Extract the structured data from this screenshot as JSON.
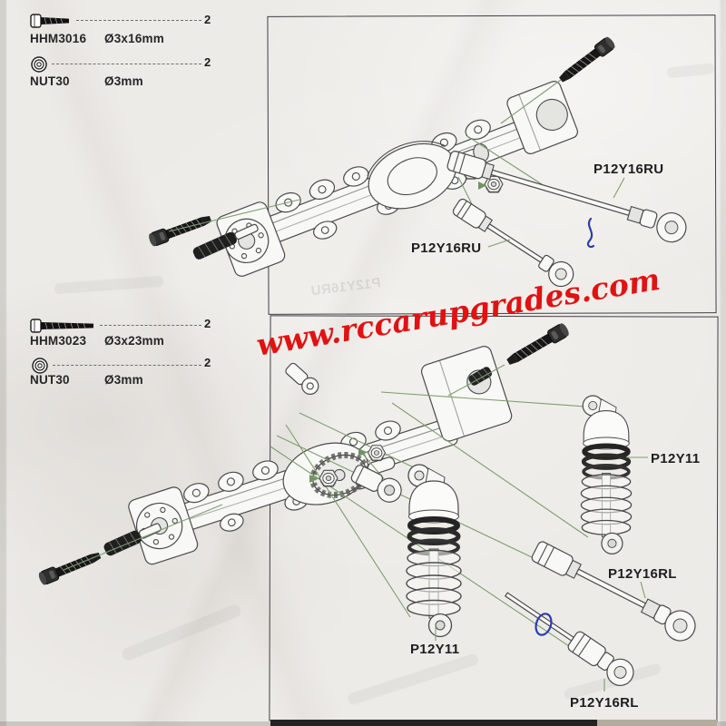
{
  "watermark": {
    "text": "www.rccarupgrades.com",
    "color": "#e01212"
  },
  "legend_a": {
    "rows": [
      {
        "icon": "cap-screw-icon",
        "part_no": "HHM3016",
        "size": "Ø3x16mm",
        "qty": "2"
      },
      {
        "icon": "flanged-nut-icon",
        "part_no": "NUT30",
        "size": "Ø3mm",
        "qty": "2"
      }
    ]
  },
  "legend_b": {
    "rows": [
      {
        "icon": "cap-screw-icon",
        "part_no": "HHM3023",
        "size": "Ø3x23mm",
        "qty": "2"
      },
      {
        "icon": "flanged-nut-icon",
        "part_no": "NUT30",
        "size": "Ø3mm",
        "qty": "2"
      }
    ]
  },
  "top_diagram": {
    "part_labels": [
      {
        "text": "P12Y16RU"
      },
      {
        "text": "P12Y16RU"
      }
    ]
  },
  "bottom_diagram": {
    "part_labels": [
      {
        "text": "P12Y11"
      },
      {
        "text": "P12Y16RL"
      },
      {
        "text": "P12Y11"
      },
      {
        "text": "P12Y16RL"
      }
    ]
  },
  "ghost_bleedthrough": {
    "labels": [
      {
        "text": "P12Y16RU"
      }
    ]
  },
  "colors": {
    "leader_green": "#7d9e6e",
    "pen_blue": "#2b3cae",
    "label_ink": "#1e1e1e",
    "watermark_red": "#e01212",
    "frame": "#3f3f3f"
  }
}
